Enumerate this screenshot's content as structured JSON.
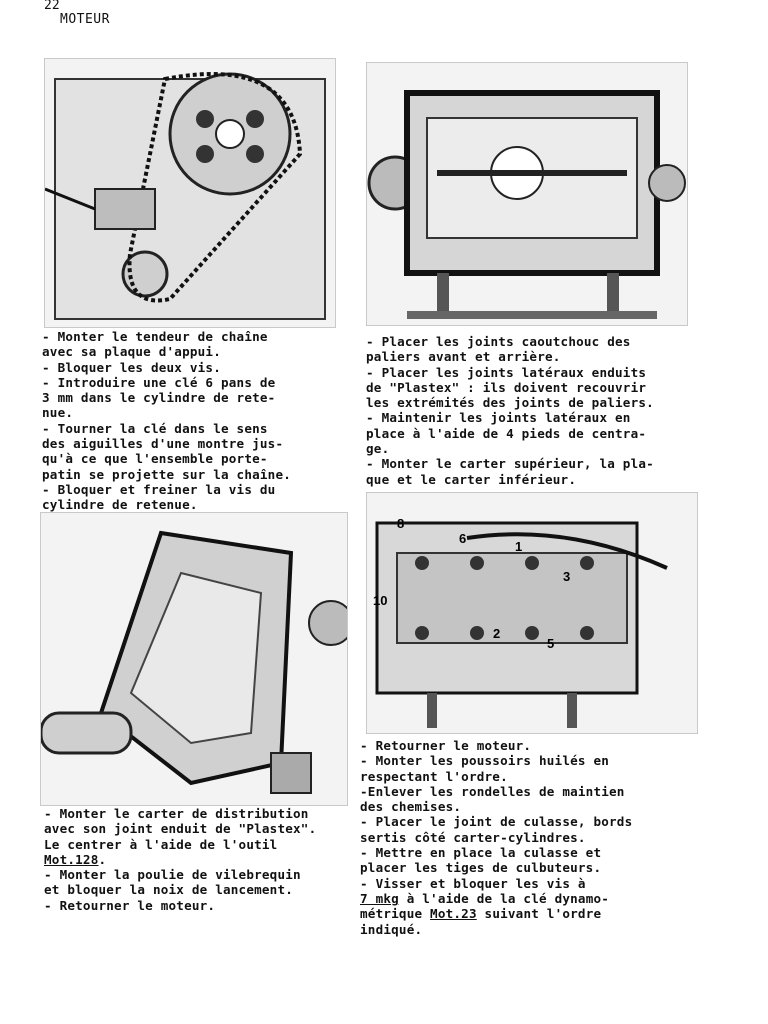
{
  "header": {
    "page_number": "22",
    "section": "MOTEUR"
  },
  "top_left": {
    "lines": [
      "- Monter le tendeur de chaîne",
      "avec sa plaque d'appui.",
      "- Bloquer les deux vis.",
      "- Introduire une clé 6 pans de",
      "3 mm dans le cylindre de rete-",
      "nue.",
      "- Tourner la clé dans le sens",
      "des aiguilles d'une montre jus-",
      "qu'à ce que l'ensemble porte-",
      "patin se projette sur la chaîne.",
      "- Bloquer et freiner la vis du",
      "cylindre de retenue."
    ]
  },
  "top_right": {
    "lines": [
      "- Placer les joints caoutchouc des",
      "paliers avant et arrière.",
      "- Placer les joints latéraux enduits",
      "de \"Plastex\" : ils doivent recouvrir",
      "les extrémités des joints de paliers.",
      "- Maintenir les joints latéraux en",
      "place à l'aide de 4 pieds de centra-",
      "ge.",
      "- Monter le carter supérieur, la pla-",
      "que et le carter inférieur."
    ]
  },
  "bottom_left": {
    "line1": "- Monter le carter de distribution",
    "line2": "avec son joint enduit de \"Plastex\".",
    "line3": "Le centrer à l'aide de l'outil",
    "tool_ref": "Mot.128",
    "tool_suffix": ".",
    "line5": "- Monter la poulie de vilebrequin",
    "line6": "et bloquer la noix de lancement.",
    "line7": "- Retourner le moteur."
  },
  "bottom_right": {
    "line1": "- Retourner le moteur.",
    "line2": "- Monter les poussoirs huilés en",
    "line3": "respectant l'ordre.",
    "line4": "-Enlever les rondelles de maintien",
    "line5": "des chemises.",
    "line6": "- Placer le joint de culasse, bords",
    "line7": "sertis côté carter-cylindres.",
    "line8": "- Mettre en place la culasse et",
    "line9": "placer les tiges de culbuteurs.",
    "line10": "- Visser et bloquer les vis à",
    "torque": "7 mkg",
    "line11_suffix": " à l'aide de la clé dynamo-",
    "line12_prefix": "métrique ",
    "wrench_ref": "Mot.23",
    "line12_suffix": " suivant l'ordre",
    "line13": "indiqué."
  },
  "cylinder_head_order_labels": [
    "8",
    "6",
    "1",
    "3",
    "10",
    "2",
    "5"
  ]
}
